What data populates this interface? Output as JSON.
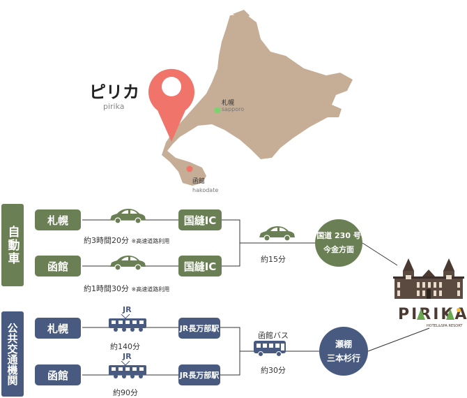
{
  "colors": {
    "map_land": "#c5ad96",
    "pin": "#f0746a",
    "sapporo_dot": "#7bd36d",
    "hakodate_dot": "#f0746a",
    "car_green": "#6b7f54",
    "transit_blue": "#485a80",
    "line": "#333333"
  },
  "map": {
    "title_ja": "ピリカ",
    "title_en": "pirika",
    "sapporo_ja": "札幌",
    "sapporo_en": "sapporo",
    "hakodate_ja": "函館",
    "hakodate_en": "hakodate"
  },
  "car": {
    "category": "自動車",
    "from1": "札幌",
    "from2": "函館",
    "ic1": "国縫IC",
    "ic2": "国縫IC",
    "time1": "約3時間20分",
    "time2": "約1時間30分",
    "note": "※高速道路利用",
    "final_time": "約15分",
    "dest_line1": "国道 230 号",
    "dest_line2": "今金方面",
    "icon": "car-icon"
  },
  "transit": {
    "category": "公共交通機関",
    "from1": "札幌",
    "from2": "函館",
    "station1": "JR長万部駅",
    "station2": "JR長万部駅",
    "train_label1": "JR",
    "train_label2": "JR",
    "time1": "約140分",
    "time2": "約90分",
    "bus_label": "函館バス",
    "bus_time": "約30分",
    "dest_line1": "瀬棚",
    "dest_line2": "三本杉行",
    "icon_train": "train-icon",
    "icon_bus": "bus-icon"
  },
  "brand": {
    "name": "PIRIKA",
    "sub": "HOTEL&SPA RESORT",
    "icon": "hotel-building-icon"
  }
}
